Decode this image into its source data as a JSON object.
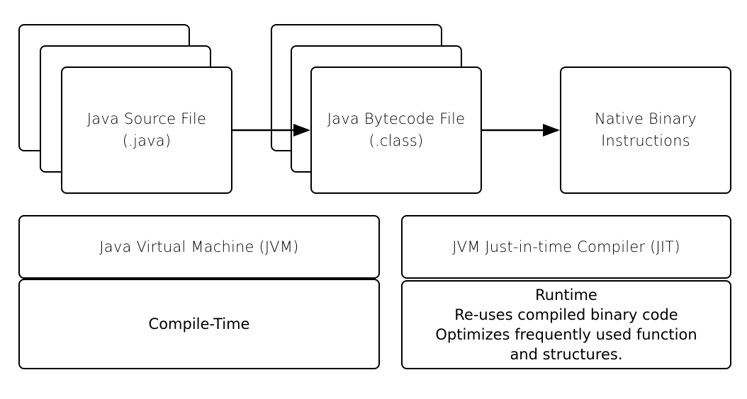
{
  "nodes": {
    "source": {
      "line1": "Java Source File",
      "line2": "(.java)"
    },
    "bytecode": {
      "line1": "Java Bytecode File",
      "line2": "(.class)"
    },
    "native": {
      "line1": "Native Binary",
      "line2": "Instructions"
    }
  },
  "panels": {
    "jvm": "Java Virtual Machine (JVM)",
    "jit": "JVM Just-in-time Compiler (JIT)",
    "compile_time": "Compile-Time",
    "runtime": {
      "title": "Runtime",
      "line1": "Re-uses compiled binary code",
      "line2": "Optimizes frequently used function",
      "line3": "and structures."
    }
  }
}
